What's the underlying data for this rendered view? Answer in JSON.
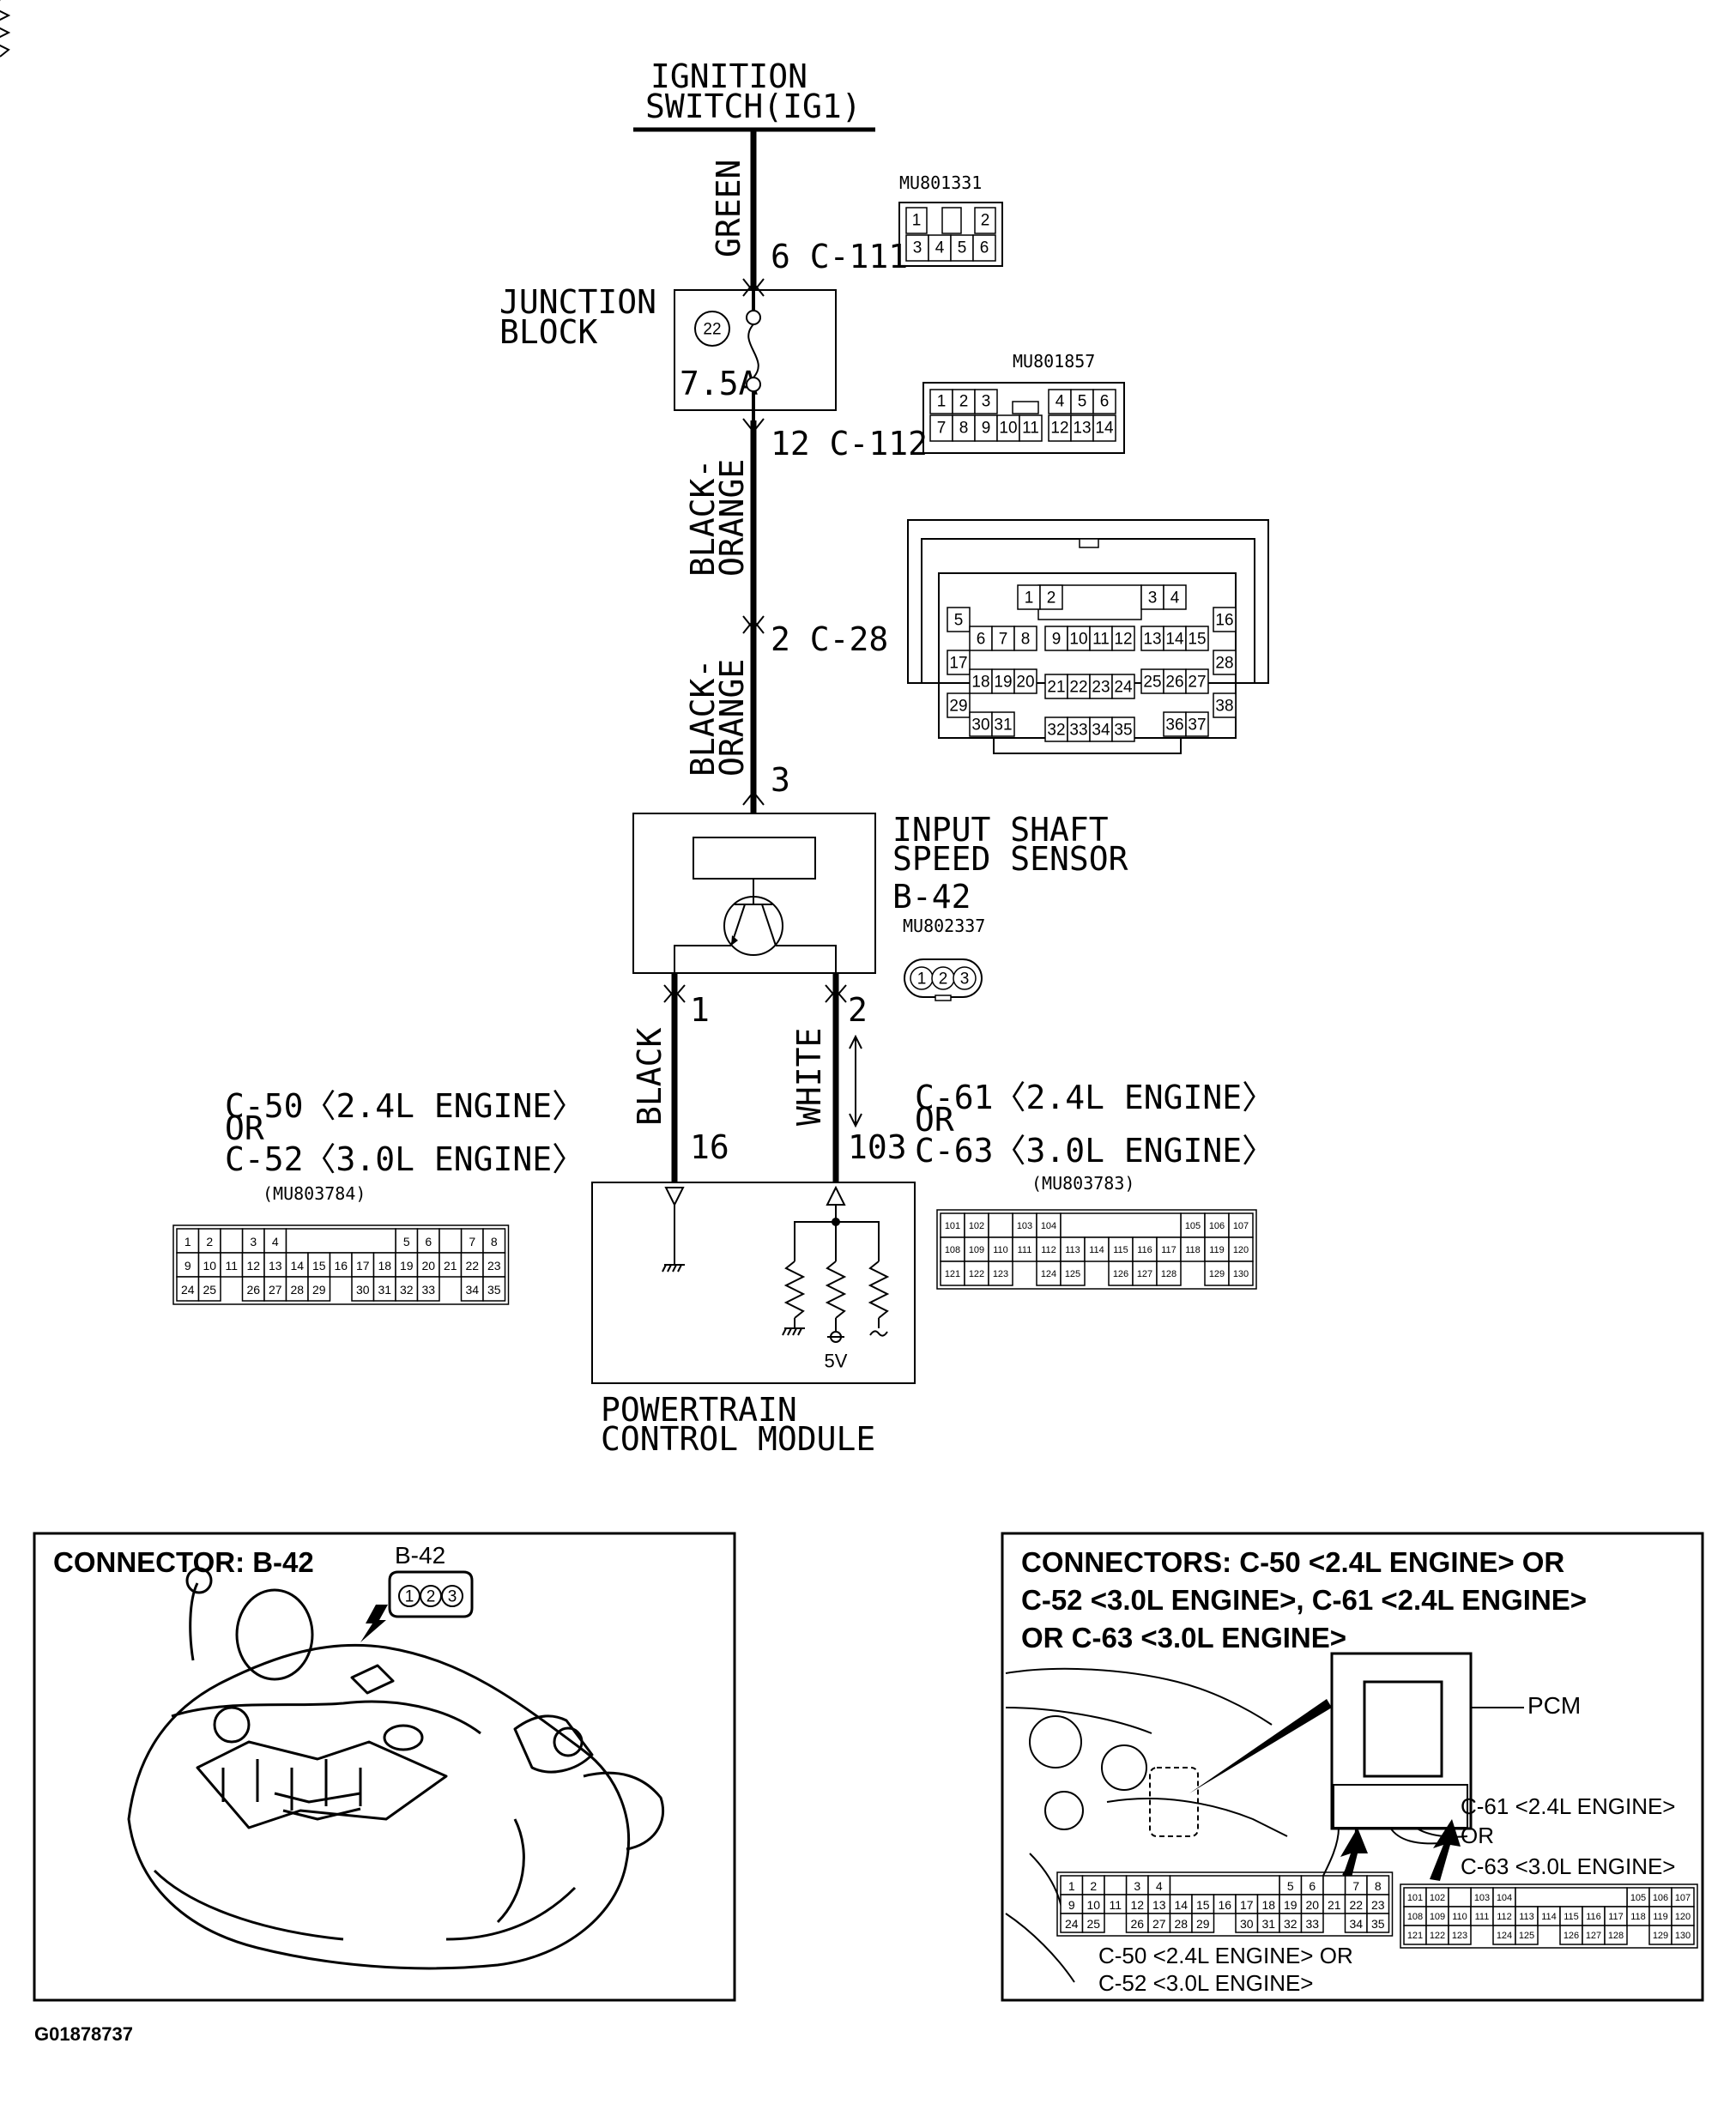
{
  "diagram": {
    "ignition_switch": [
      "IGNITION",
      "SWITCH(IG1)"
    ],
    "wires": {
      "green": "GREEN",
      "black_orange_1": [
        "BLACK-",
        "ORANGE"
      ],
      "black_orange_2": [
        "BLACK-",
        "ORANGE"
      ],
      "black": "BLACK",
      "white": "WHITE"
    },
    "pins": {
      "c111": "6 C-111",
      "c112": "12 C-112",
      "c28": "2 C-28",
      "sensor_3": "3",
      "sensor_1": "1",
      "sensor_2": "2",
      "pcm_16": "16",
      "pcm_103": "103"
    },
    "junction_block": {
      "label": [
        "JUNCTION",
        "BLOCK"
      ],
      "fuse_number": "22",
      "fuse_rating": "7.5A"
    },
    "sensor": {
      "label": [
        "INPUT SHAFT",
        "SPEED SENSOR"
      ],
      "connector_id": "B-42"
    },
    "pcm": {
      "label": [
        "POWERTRAIN",
        "CONTROL MODULE"
      ],
      "voltage": "5V",
      "left_connector_label": [
        "C-50〈2.4L ENGINE〉",
        "OR",
        "C-52〈3.0L ENGINE〉"
      ],
      "right_connector_label": [
        "C-61〈2.4L ENGINE〉",
        "OR",
        "C-63〈3.0L ENGINE〉"
      ]
    },
    "part_numbers": {
      "c111": "MU801331",
      "c112": "MU801857",
      "b42": "MU802337",
      "c50": "(MU803784)",
      "c61": "(MU803783)"
    },
    "connector_pins": {
      "c111": [
        [
          "1",
          "",
          "2"
        ],
        [
          "3",
          "4",
          "5",
          "6"
        ]
      ],
      "c112": [
        [
          "1",
          "2",
          "3",
          "",
          "4",
          "5",
          "6"
        ],
        [
          "7",
          "8",
          "9",
          "10",
          "11",
          "12",
          "13",
          "14"
        ]
      ],
      "c28": [
        "1",
        "2",
        "3",
        "4",
        "5",
        "6",
        "7",
        "8",
        "9",
        "10",
        "11",
        "12",
        "13",
        "14",
        "15",
        "16",
        "17",
        "18",
        "19",
        "20",
        "21",
        "22",
        "23",
        "24",
        "25",
        "26",
        "27",
        "28",
        "29",
        "30",
        "31",
        "32",
        "33",
        "34",
        "35",
        "36",
        "37",
        "38"
      ],
      "b42": [
        "1",
        "2",
        "3"
      ],
      "c50": [
        [
          "1",
          "2",
          "",
          "3",
          "4",
          "",
          "",
          "",
          "",
          "",
          "5",
          "6",
          "",
          "7",
          "8"
        ],
        [
          "9",
          "10",
          "11",
          "12",
          "13",
          "14",
          "15",
          "16",
          "17",
          "18",
          "19",
          "20",
          "21",
          "22",
          "23"
        ],
        [
          "24",
          "25",
          "",
          "26",
          "27",
          "28",
          "29",
          "",
          "30",
          "31",
          "32",
          "33",
          "",
          "34",
          "35"
        ]
      ],
      "c61": [
        [
          "101",
          "102",
          "",
          "103",
          "104",
          "",
          "",
          "",
          "",
          "",
          "105",
          "106",
          "107"
        ],
        [
          "108",
          "109",
          "110",
          "111",
          "112",
          "113",
          "114",
          "115",
          "116",
          "117",
          "118",
          "119",
          "120"
        ],
        [
          "121",
          "122",
          "123",
          "",
          "124",
          "125",
          "",
          "126",
          "127",
          "128",
          "",
          "129",
          "130"
        ]
      ]
    }
  },
  "panels": {
    "left": {
      "title": "CONNECTOR: B-42",
      "connector_label": "B-42",
      "pins": [
        "1",
        "2",
        "3"
      ]
    },
    "right": {
      "title": [
        "CONNECTORS: C-50 <2.4L ENGINE> OR",
        "C-52 <3.0L ENGINE>, C-61 <2.4L ENGINE>",
        "OR C-63 <3.0L ENGINE>"
      ],
      "pcm_label": "PCM",
      "c61_label": [
        "C-61 <2.4L ENGINE>",
        "OR",
        "C-63 <3.0L ENGINE>"
      ],
      "c50_label": [
        "C-50 <2.4L ENGINE> OR",
        "C-52 <3.0L ENGINE>"
      ]
    }
  },
  "figure_id": "G01878737"
}
